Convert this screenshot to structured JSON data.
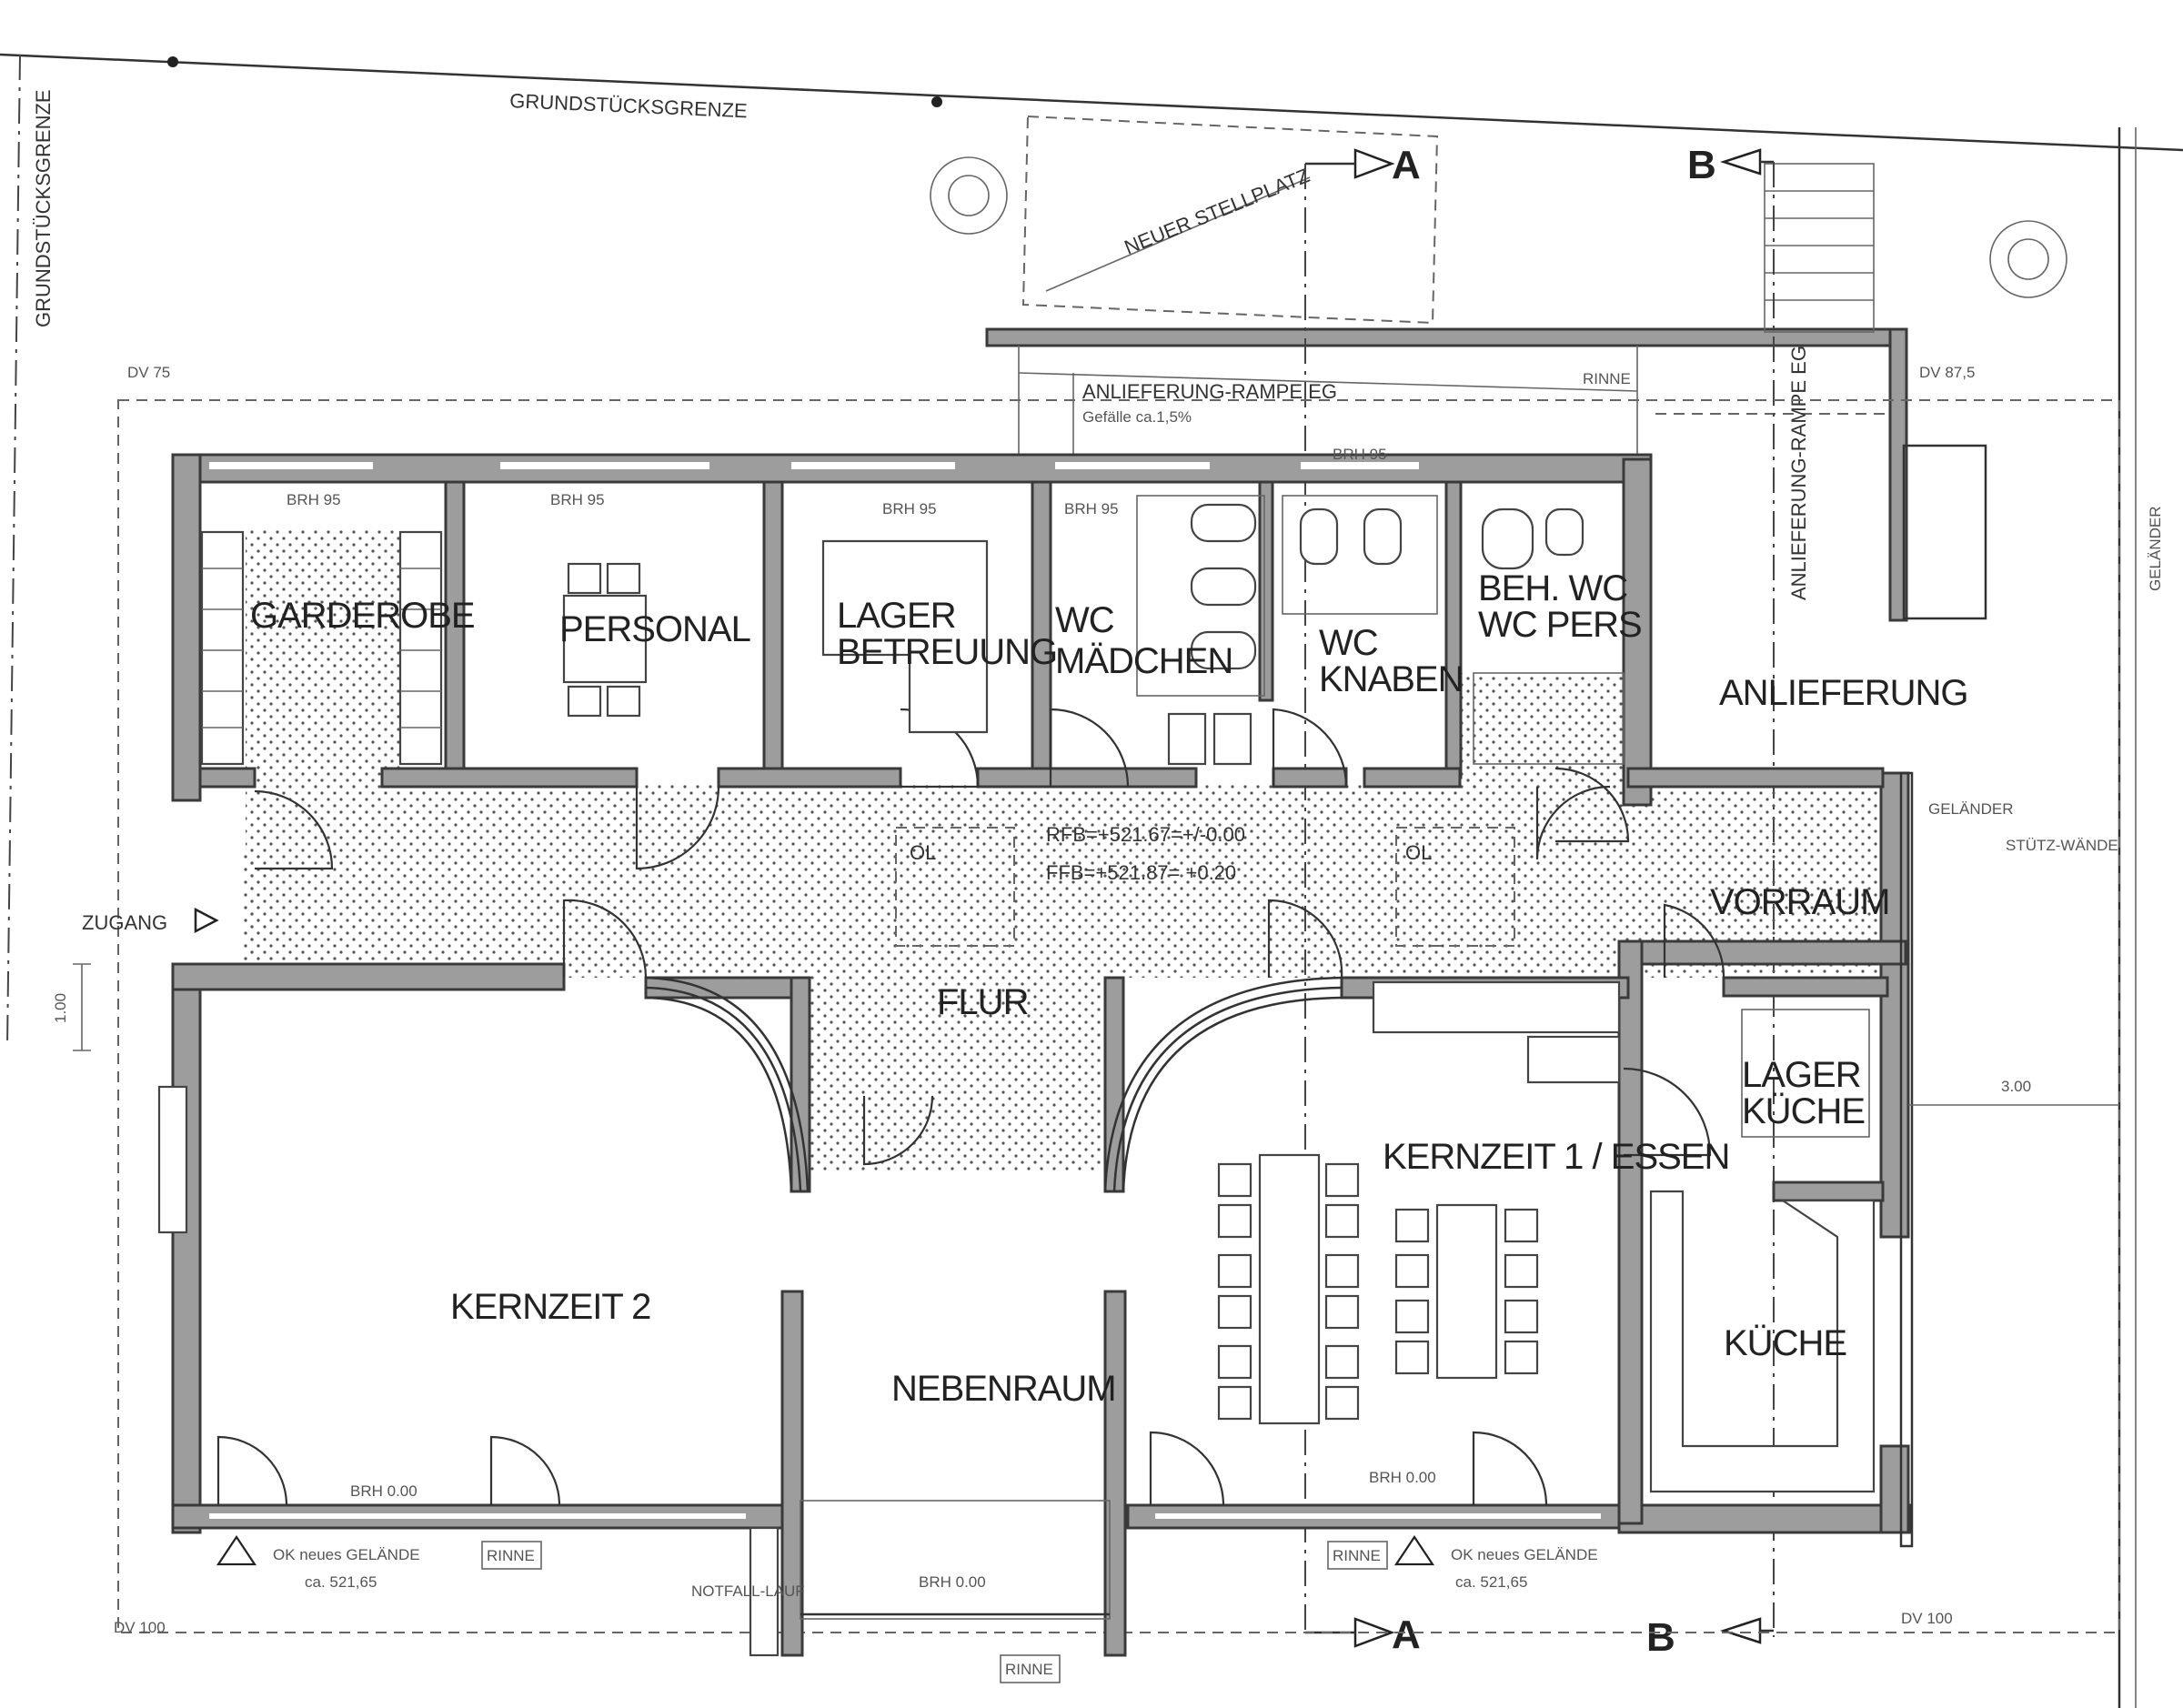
{
  "plan": {
    "property_line": "GRUNDSTÜCKSGRENZE",
    "rooms": {
      "garderobe": "GARDEROBE",
      "personal": "PERSONAL",
      "lager_betreuung_1": "LAGER",
      "lager_betreuung_2": "BETREUUNG",
      "wc_maedchen_1": "WC",
      "wc_maedchen_2": "MÄDCHEN",
      "wc_knaben_1": "WC",
      "wc_knaben_2": "KNABEN",
      "beh_wc_1": "BEH. WC",
      "beh_wc_2": "WC PERS",
      "anlieferung": "ANLIEFERUNG",
      "vorraum": "VORRAUM",
      "flur": "FLUR",
      "lager_kueche_1": "LAGER",
      "lager_kueche_2": "KÜCHE",
      "kernzeit1_essen": "KERNZEIT 1 / ESSEN",
      "kernzeit2": "KERNZEIT 2",
      "nebenraum": "NEBENRAUM",
      "kueche": "KÜCHE"
    },
    "levels": {
      "rfb": "RFB=+521.67=+/-0.00",
      "ffb": "FFB=+521.87=   +0.20"
    },
    "annotations": {
      "zugang": "ZUGANG",
      "section_a": "A",
      "section_b": "B",
      "stellplatz": "NEUER STELLPLATZ",
      "rampe_eg": "ANLIEFERUNG-RAMPE EG",
      "gefaelle": "Gefälle ca.1,5%",
      "rinne": "RINNE",
      "gelaender": "GELÄNDER",
      "stuetzwaende": "STÜTZ-WÄNDE",
      "ok_gelaende": "OK neues GELÄNDE",
      "ok_gelaende_val": "ca. 521,65",
      "notfall": "NOTFALL-LAUF",
      "brh_95": "BRH 95",
      "brh_000": "BRH 0.00",
      "dv_75": "DV 75",
      "dv_100": "DV 100",
      "dv_875": "DV 87,5",
      "ol": "OL",
      "dim_100": "1.00",
      "dim_300": "3.00"
    }
  }
}
